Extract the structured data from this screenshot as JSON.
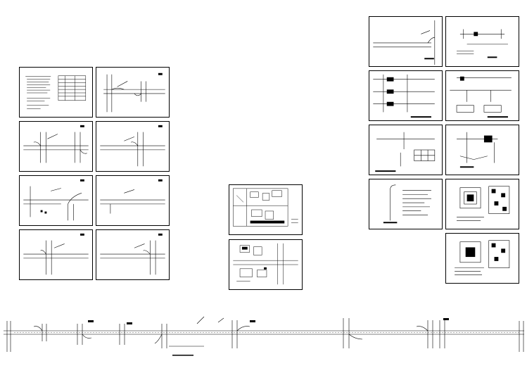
{
  "sheets": [
    {
      "id": "notes",
      "title": "说 明",
      "title2": "",
      "caption": ""
    },
    {
      "id": "plan-1",
      "title": "",
      "title2": "",
      "caption": ""
    },
    {
      "id": "plan-2",
      "title": "",
      "title2": "",
      "caption": ""
    },
    {
      "id": "plan-3",
      "title": "",
      "title2": "",
      "caption": ""
    },
    {
      "id": "plan-4",
      "title": "",
      "title2": "",
      "caption": ""
    },
    {
      "id": "plan-5",
      "title": "",
      "title2": "",
      "caption": ""
    },
    {
      "id": "plan-6",
      "title": "",
      "title2": "",
      "caption": ""
    },
    {
      "id": "plan-7",
      "title": "",
      "title2": "",
      "caption": ""
    },
    {
      "id": "site-1",
      "title": "",
      "title2": "",
      "caption": ""
    },
    {
      "id": "site-2",
      "title": "",
      "title2": "",
      "caption": ""
    },
    {
      "id": "detail-1",
      "title": "",
      "title2": "",
      "caption": ""
    },
    {
      "id": "detail-2",
      "title": "",
      "title2": "",
      "caption": ""
    },
    {
      "id": "detail-3",
      "title": "",
      "title2": "",
      "caption": ""
    },
    {
      "id": "detail-4",
      "title": "",
      "title2": "",
      "caption": ""
    },
    {
      "id": "detail-5",
      "title": "",
      "title2": "",
      "caption": ""
    },
    {
      "id": "detail-6",
      "title": "",
      "title2": "",
      "caption": ""
    },
    {
      "id": "detail-7",
      "title": "说 明",
      "title2": "",
      "caption": ""
    },
    {
      "id": "detail-8",
      "title": "",
      "title2": "",
      "caption": ""
    },
    {
      "id": "detail-9",
      "title": "",
      "title2": "",
      "caption": ""
    }
  ],
  "strip": {
    "caption": ""
  }
}
